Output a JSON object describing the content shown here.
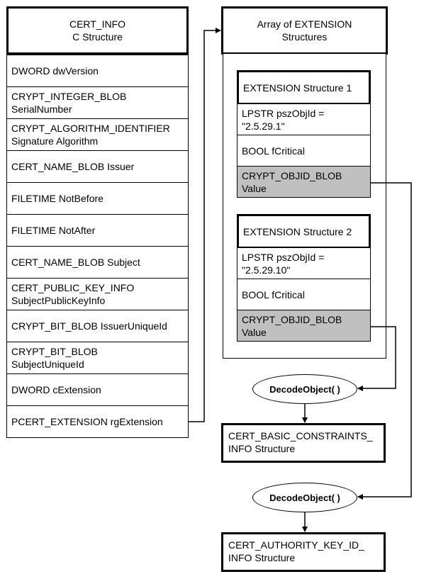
{
  "cert_info": {
    "title": [
      "CERT_INFO",
      "C Structure"
    ],
    "fields": [
      [
        "DWORD dwVersion"
      ],
      [
        "CRYPT_INTEGER_BLOB",
        "SerialNumber"
      ],
      [
        "CRYPT_ALGORITHM_IDENTIFIER",
        "Signature Algorithm"
      ],
      [
        "CERT_NAME_BLOB Issuer"
      ],
      [
        "FILETIME NotBefore"
      ],
      [
        "FILETIME NotAfter"
      ],
      [
        "CERT_NAME_BLOB Subject"
      ],
      [
        "CERT_PUBLIC_KEY_INFO",
        "SubjectPublicKeyInfo"
      ],
      [
        "CRYPT_BIT_BLOB IssuerUniqueId"
      ],
      [
        "CRYPT_BIT_BLOB",
        "SubjectUniqueId"
      ],
      [
        "DWORD cExtension"
      ],
      [
        "PCERT_EXTENSION rgExtension"
      ]
    ]
  },
  "extension_array": {
    "title": [
      "Array of EXTENSION",
      "Structures"
    ],
    "structures": [
      {
        "title": "EXTENSION Structure 1",
        "fields": [
          [
            "LPSTR  pszObjId =",
            "\"2.5.29.1\""
          ],
          [
            "BOOL  fCritical"
          ],
          [
            "CRYPT_OBJID_BLOB",
            "Value"
          ]
        ]
      },
      {
        "title": "EXTENSION Structure 2",
        "fields": [
          [
            "LPSTR  pszObjId =",
            "\"2.5.29.10\""
          ],
          [
            "BOOL  fCritical"
          ],
          [
            "CRYPT_OBJID_BLOB",
            "Value"
          ]
        ]
      }
    ]
  },
  "decode_1": {
    "label": "DecodeObject( )"
  },
  "decode_2": {
    "label": "DecodeObject( )"
  },
  "result_1": {
    "lines": [
      "CERT_BASIC_CONSTRAINTS_",
      "INFO Structure"
    ]
  },
  "result_2": {
    "lines": [
      "CERT_AUTHORITY_KEY_ID_",
      "INFO Structure"
    ]
  }
}
